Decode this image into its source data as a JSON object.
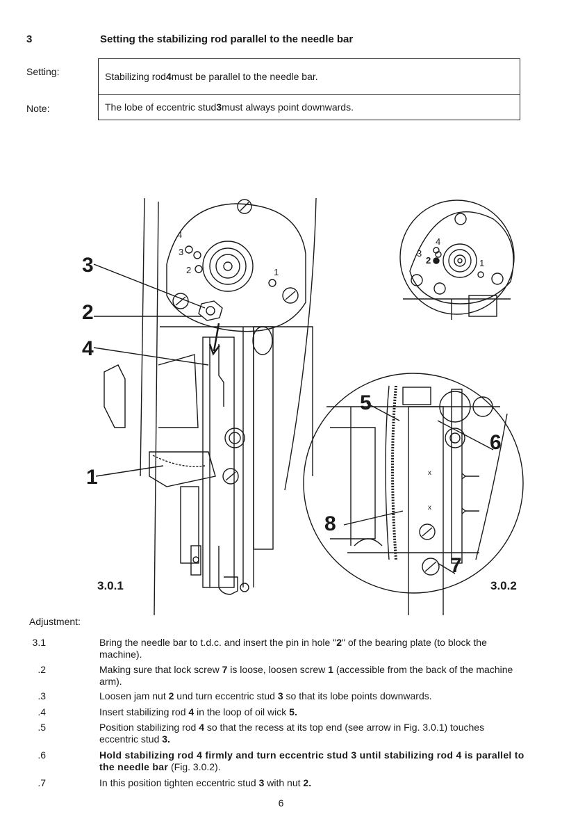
{
  "section": {
    "number": "3",
    "title": "Setting the stabilizing rod parallel to the needle bar"
  },
  "setting": {
    "label": "Setting:",
    "text_a": "Stabilizing rod ",
    "text_b": "4",
    "text_c": " must be parallel to the needle bar."
  },
  "note": {
    "label": "Note:",
    "text_a": "The lobe of eccentric stud ",
    "text_b": "3",
    "text_c": " must always point downwards."
  },
  "figure": {
    "caption_left": "3.0.1",
    "caption_right": "3.0.2",
    "callouts_left": [
      "3",
      "2",
      "4",
      "1"
    ],
    "callouts_right": [
      "5",
      "6",
      "8",
      "7"
    ],
    "plate_marks": [
      "4",
      "3",
      "2",
      "1"
    ],
    "inset_marks": [
      "4",
      "3",
      "2",
      "1"
    ],
    "detail_marks": [
      "x",
      "x"
    ]
  },
  "adjustment": {
    "label": "Adjustment:",
    "steps": [
      {
        "num": "3.1",
        "parts": [
          "Bring the needle bar to t.d.c. and insert the pin in hole \"",
          "2",
          "\" of the bearing plate (to block the machine)."
        ]
      },
      {
        "num": ".2",
        "parts": [
          "Making sure that lock screw ",
          "7",
          " is loose, loosen screw ",
          "1",
          " (accessible from the back of the machine arm)."
        ]
      },
      {
        "num": ".3",
        "parts": [
          "Loosen jam nut ",
          "2",
          " und turn eccentric stud ",
          "3",
          " so that its lobe points downwards."
        ]
      },
      {
        "num": ".4",
        "parts": [
          "Insert stabilizing rod ",
          "4",
          " in the loop of oil wick ",
          "5."
        ]
      },
      {
        "num": ".5",
        "parts": [
          "Position stabilizing rod ",
          "4",
          " so that the recess at its top end (see arrow in Fig. 3.0.1) touches eccentric stud ",
          "3."
        ]
      },
      {
        "num": ".6",
        "parts": [
          "Hold stabilizing rod 4 firmly and turn eccentric stud 3 until stabilizing rod 4 is parallel to the needle bar",
          " (Fig. 3.0.2)."
        ]
      },
      {
        "num": ".7",
        "parts": [
          "In this position tighten eccentric stud ",
          "3",
          " with nut ",
          "2."
        ]
      }
    ]
  },
  "page_number": "6"
}
